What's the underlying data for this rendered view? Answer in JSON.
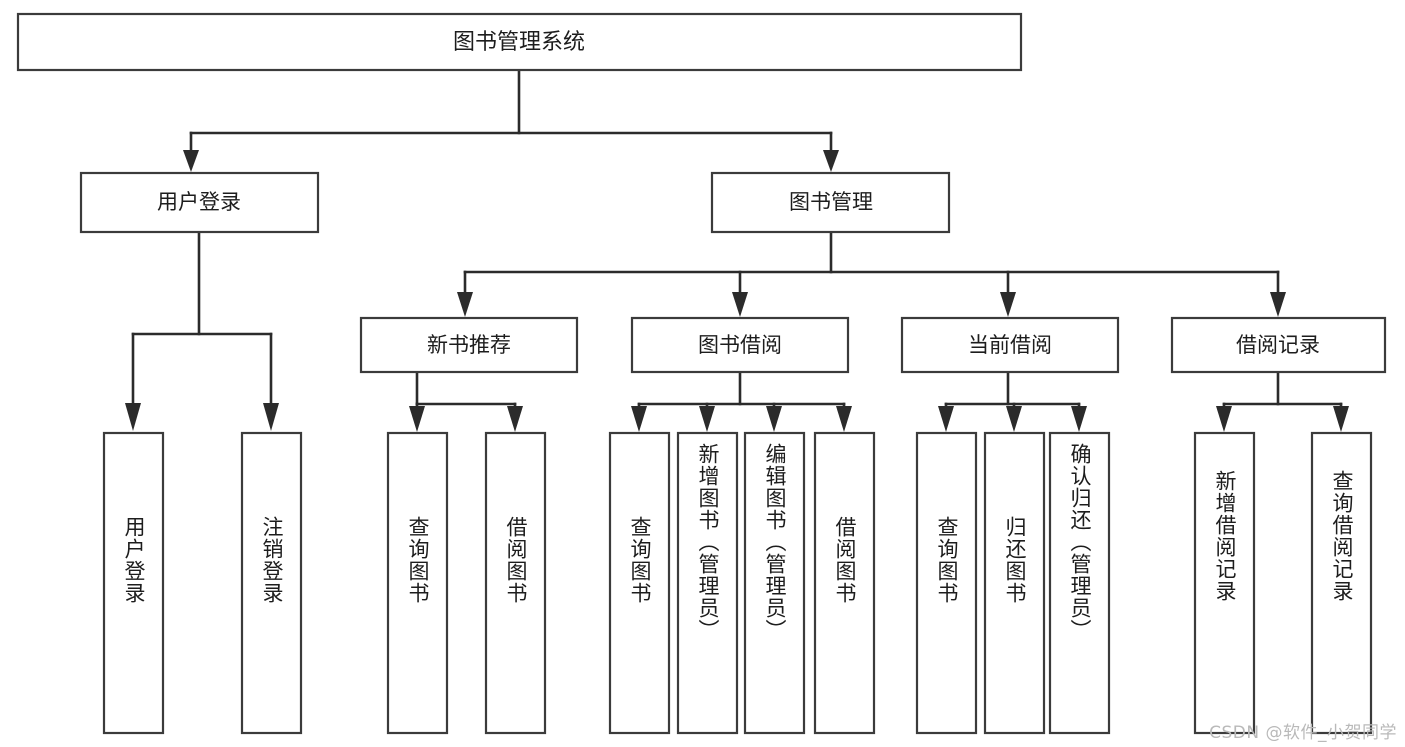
{
  "diagram": {
    "title": "图书管理系统",
    "type": "tree",
    "watermark": "CSDN @软件_小贺同学",
    "colors": {
      "box_stroke": "#3b3b3b",
      "connector": "#2b2b2b",
      "box_fill": "#ffffff",
      "text": "#1d1d1d",
      "watermark": "#b9b9b9",
      "background": "#ffffff"
    },
    "root": {
      "label": "图书管理系统"
    },
    "level1": [
      {
        "label": "用户登录"
      },
      {
        "label": "图书管理"
      }
    ],
    "level2": [
      {
        "label": "新书推荐"
      },
      {
        "label": "图书借阅"
      },
      {
        "label": "当前借阅"
      },
      {
        "label": "借阅记录"
      }
    ],
    "leaves": {
      "user_login": [
        {
          "label": "用户登录"
        },
        {
          "label": "注销登录"
        }
      ],
      "new_book_recommend": [
        {
          "label": "查询图书"
        },
        {
          "label": "借阅图书"
        }
      ],
      "book_borrow": [
        {
          "label": "查询图书"
        },
        {
          "label": "新增图书（管理员）"
        },
        {
          "label": "编辑图书（管理员）"
        },
        {
          "label": "借阅图书"
        }
      ],
      "current_borrow": [
        {
          "label": "查询图书"
        },
        {
          "label": "归还图书"
        },
        {
          "label": "确认归还（管理员）"
        }
      ],
      "borrow_records": [
        {
          "label": "新增借阅记录"
        },
        {
          "label": "查询借阅记录"
        }
      ]
    }
  }
}
